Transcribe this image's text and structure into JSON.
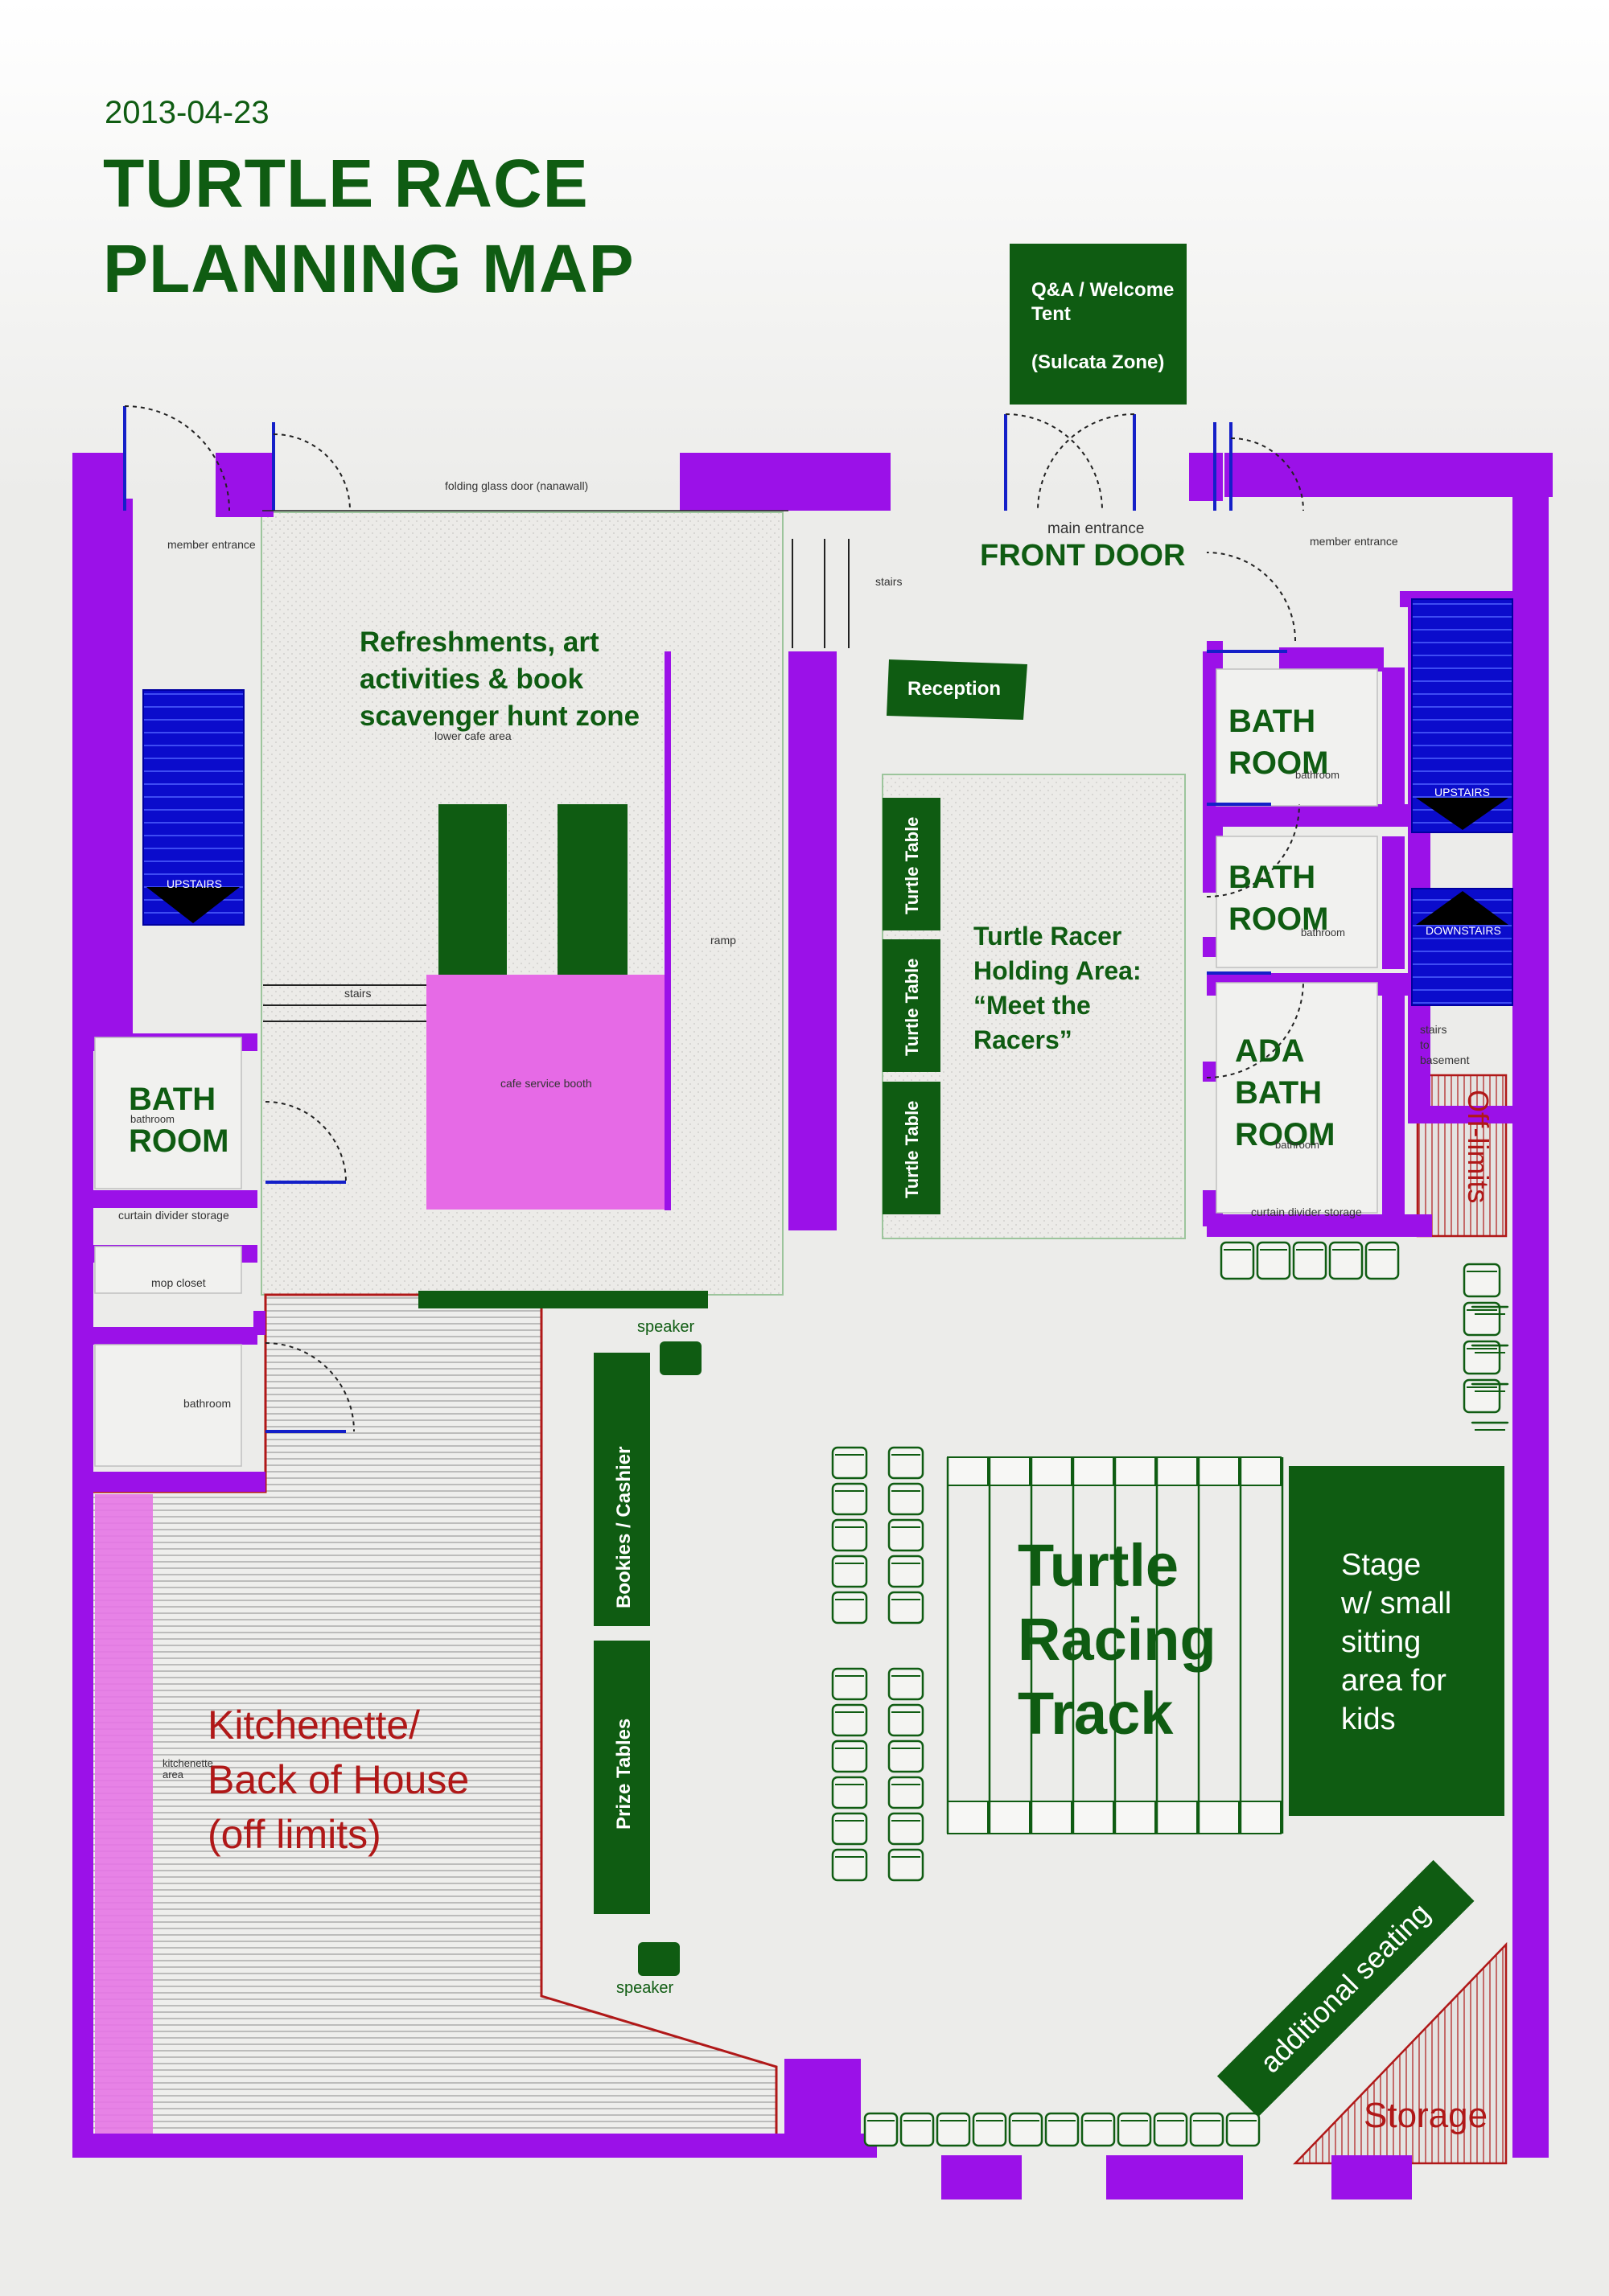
{
  "header": {
    "date": "2013-04-23",
    "title_line1": "TURTLE RACE",
    "title_line2": "PLANNING MAP"
  },
  "colors": {
    "wall": "#9b11e8",
    "stairs": "#0b0ccc",
    "zone_green": "#0f5c12",
    "booth_pink": "#e66ae6",
    "off_limits_red": "#b01818",
    "background": "#ececea"
  },
  "labels": {
    "welcome_tent": [
      "Q&A / Welcome",
      "Tent",
      "",
      "(Sulcata Zone)"
    ],
    "folding_door": "folding glass door (nanawall)",
    "main_entrance": "main entrance",
    "front_door": "FRONT DOOR",
    "member_entrance_left": "member entrance",
    "member_entrance_right": "member entrance",
    "stairs_top": "stairs",
    "stairs_left": "stairs",
    "refreshments": [
      "Refreshments, art",
      "activities & book",
      "scavenger hunt zone"
    ],
    "lower_cafe": "lower cafe area",
    "reception": "Reception",
    "ramp": "ramp",
    "cafe_booth": "cafe service booth",
    "upstairs_left": "UPSTAIRS",
    "upstairs_right": "UPSTAIRS",
    "downstairs": "DOWNSTAIRS",
    "stairs_basement": [
      "stairs",
      "to",
      "basement"
    ],
    "bathroom_big": [
      "BATH",
      "ROOM"
    ],
    "ada_bath": [
      "ADA",
      "BATH",
      "ROOM"
    ],
    "bathroom_small": "bathroom",
    "off_limits": "Off-limits",
    "curtain_left": "curtain divider storage",
    "curtain_right": "curtain divider storage",
    "mop_closet": "mop closet",
    "turtle_table": "Turtle Table",
    "holding_area": [
      "Turtle Racer",
      "Holding Area:",
      "“Meet the",
      "Racers”"
    ],
    "speaker": "speaker",
    "bookies_cashier": "Bookies  /  Cashier",
    "prize_tables": "Prize Tables",
    "racing_track": [
      "Turtle",
      "Racing",
      "Track"
    ],
    "stage": [
      "Stage",
      "w/ small",
      "sitting",
      "area for",
      "kids"
    ],
    "kitchenette": [
      "Kitchenette/",
      "Back of House",
      "(off limits)"
    ],
    "kitchenette_area": [
      "kitchenette",
      "area"
    ],
    "additional_seating": "additional seating",
    "storage": "Storage"
  }
}
